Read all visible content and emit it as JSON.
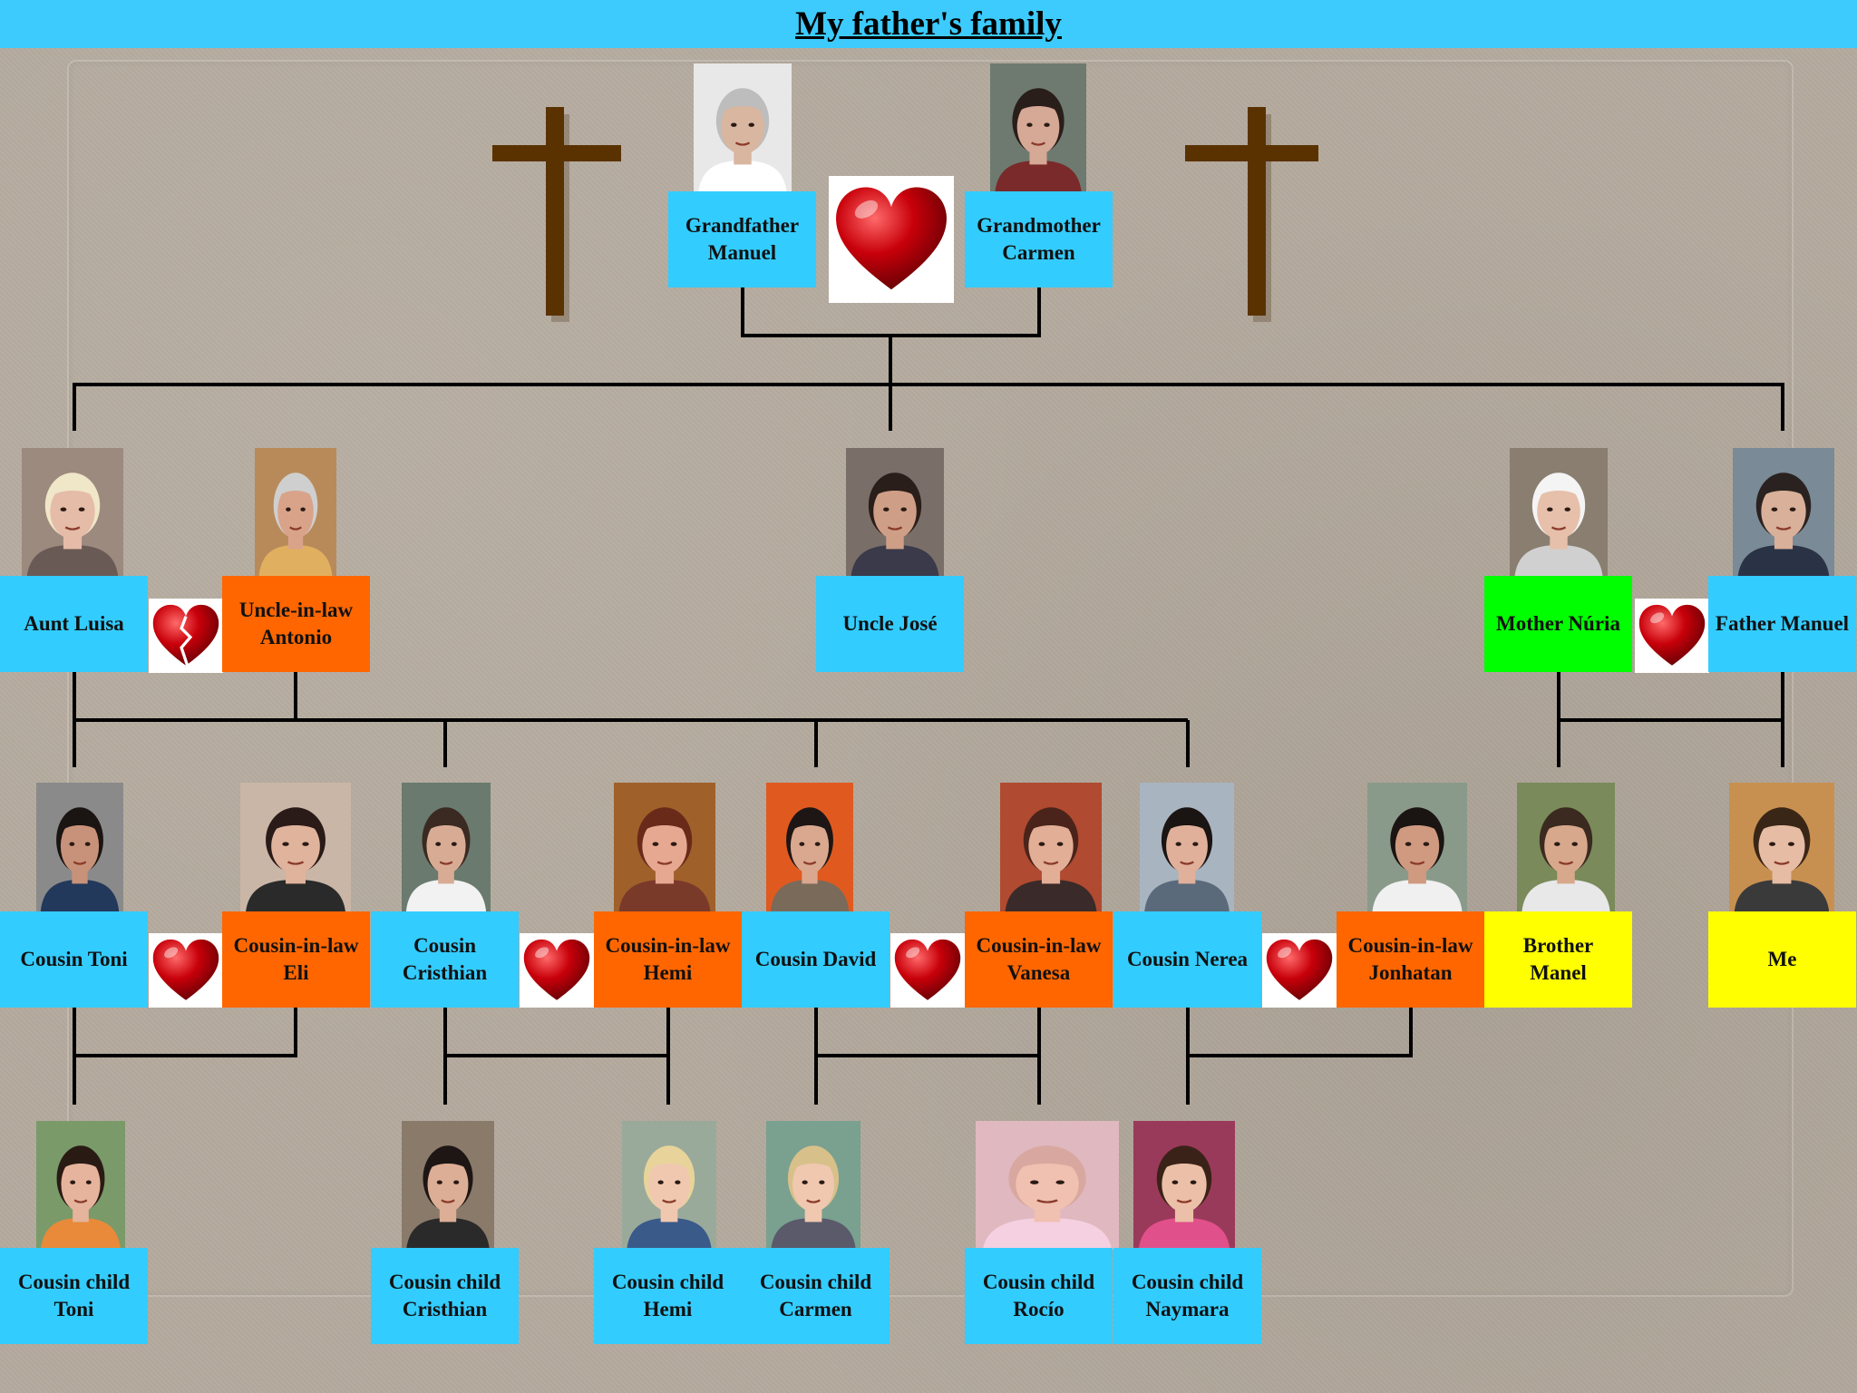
{
  "title": "My father's family",
  "colors": {
    "header": "#3ccbfc",
    "blood_relative": "#33ccff",
    "in_law": "#ff6600",
    "mother": "#00ff00",
    "sibling_self": "#ffff00",
    "connector": "#000000",
    "heart": "#c8000a",
    "cross": "#5a3200"
  },
  "people": [
    {
      "id": "grandfather-manuel",
      "label": "Grandfather\nManuel",
      "color": "blood_relative",
      "skin": "#d9b6a0",
      "hair": "#bdbdbd",
      "shirt": "#ffffff",
      "bg": "#e8e8e8"
    },
    {
      "id": "grandmother-carmen",
      "label": "Grandmother\nCarmen",
      "color": "blood_relative",
      "skin": "#d6a896",
      "hair": "#2a1e1a",
      "shirt": "#7a2a2a",
      "bg": "#6e7a70"
    },
    {
      "id": "aunt-luisa",
      "label": "Aunt Luisa",
      "color": "blood_relative",
      "skin": "#e5bca8",
      "hair": "#f0e6c8",
      "shirt": "#6a5a55",
      "bg": "#9c8a7e"
    },
    {
      "id": "uncle-in-law-antonio",
      "label": "Uncle-in-law\nAntonio",
      "color": "in_law",
      "skin": "#d9a38a",
      "hair": "#cfcfcf",
      "shirt": "#e0b060",
      "bg": "#b88a5a"
    },
    {
      "id": "uncle-jose",
      "label": "Uncle José",
      "color": "blood_relative",
      "skin": "#cf9e86",
      "hair": "#2a1e1a",
      "shirt": "#3a3a4a",
      "bg": "#7a6e68"
    },
    {
      "id": "mother-nuria",
      "label": "Mother Núria",
      "color": "mother",
      "skin": "#e6c0aa",
      "hair": "#f4f4f4",
      "shirt": "#d0d0d0",
      "bg": "#8a7e70"
    },
    {
      "id": "father-manuel",
      "label": "Father Manuel",
      "color": "blood_relative",
      "skin": "#d9b09a",
      "hair": "#2a2220",
      "shirt": "#2a3346",
      "bg": "#7a8a96"
    },
    {
      "id": "cousin-toni",
      "label": "Cousin Toni",
      "color": "blood_relative",
      "skin": "#c8927a",
      "hair": "#1a1412",
      "shirt": "#23395b",
      "bg": "#8a8a8a"
    },
    {
      "id": "cousin-in-law-eli",
      "label": "Cousin-in-law\nEli",
      "color": "in_law",
      "skin": "#e0b39c",
      "hair": "#2a1a18",
      "shirt": "#2a2a2a",
      "bg": "#c9b6a6"
    },
    {
      "id": "cousin-cristhian",
      "label": "Cousin\nCristhian",
      "color": "blood_relative",
      "skin": "#d8ac94",
      "hair": "#3a2a22",
      "shirt": "#f2f2f2",
      "bg": "#6a7a6e"
    },
    {
      "id": "cousin-in-law-hemi",
      "label": "Cousin-in-law\nHemi",
      "color": "in_law",
      "skin": "#e6a890",
      "hair": "#6a2a1a",
      "shirt": "#7a3a2a",
      "bg": "#a0602a"
    },
    {
      "id": "cousin-david",
      "label": "Cousin David",
      "color": "blood_relative",
      "skin": "#d9a88f",
      "hair": "#1e1614",
      "shirt": "#7a6a5a",
      "bg": "#e05a20"
    },
    {
      "id": "cousin-in-law-vanesa",
      "label": "Cousin-in-law\nVanesa",
      "color": "in_law",
      "skin": "#e2ae96",
      "hair": "#4a241a",
      "shirt": "#3a2a2a",
      "bg": "#b04a30"
    },
    {
      "id": "cousin-nerea",
      "label": "Cousin Nerea",
      "color": "blood_relative",
      "skin": "#e0b09a",
      "hair": "#1a1412",
      "shirt": "#5a6a7a",
      "bg": "#a8b4c0"
    },
    {
      "id": "cousin-in-law-jonhatan",
      "label": "Cousin-in-law\nJonhatan",
      "color": "in_law",
      "skin": "#cf9a80",
      "hair": "#1a1412",
      "shirt": "#f0f0f0",
      "bg": "#8a9a8a"
    },
    {
      "id": "brother-manel",
      "label": "Brother\nManel",
      "color": "sibling_self",
      "skin": "#d8a88c",
      "hair": "#3a2a20",
      "shirt": "#e8e8e8",
      "bg": "#7a8a5a"
    },
    {
      "id": "me",
      "label": "Me",
      "color": "sibling_self",
      "skin": "#e6bca4",
      "hair": "#3a2616",
      "shirt": "#3a3a3a",
      "bg": "#c89050"
    },
    {
      "id": "cousin-child-toni",
      "label": "Cousin child\nToni",
      "color": "blood_relative",
      "skin": "#e6b49c",
      "hair": "#2a1a14",
      "shirt": "#e88a3a",
      "bg": "#7a9a6a"
    },
    {
      "id": "cousin-child-cristhian",
      "label": "Cousin child\nCristhian",
      "color": "blood_relative",
      "skin": "#dcae96",
      "hair": "#1e1614",
      "shirt": "#2a2a2a",
      "bg": "#8a7a6a"
    },
    {
      "id": "cousin-child-hemi",
      "label": "Cousin child\nHemi",
      "color": "blood_relative",
      "skin": "#f0c8b0",
      "hair": "#e8d49a",
      "shirt": "#3a5a8a",
      "bg": "#9aaa9a"
    },
    {
      "id": "cousin-child-carmen",
      "label": "Cousin child\nCarmen",
      "color": "blood_relative",
      "skin": "#f0c8b0",
      "hair": "#d8c08a",
      "shirt": "#5a5a6a",
      "bg": "#7aa090"
    },
    {
      "id": "cousin-child-rocio",
      "label": "Cousin child\nRocío",
      "color": "blood_relative",
      "skin": "#f0c0b0",
      "hair": "#d8a8a0",
      "shirt": "#f4d0e0",
      "bg": "#e0b8c0"
    },
    {
      "id": "cousin-child-naymara",
      "label": "Cousin child\nNaymara",
      "color": "blood_relative",
      "skin": "#ecc0a8",
      "hair": "#3a2218",
      "shirt": "#e0508a",
      "bg": "#9a3a5a"
    }
  ]
}
